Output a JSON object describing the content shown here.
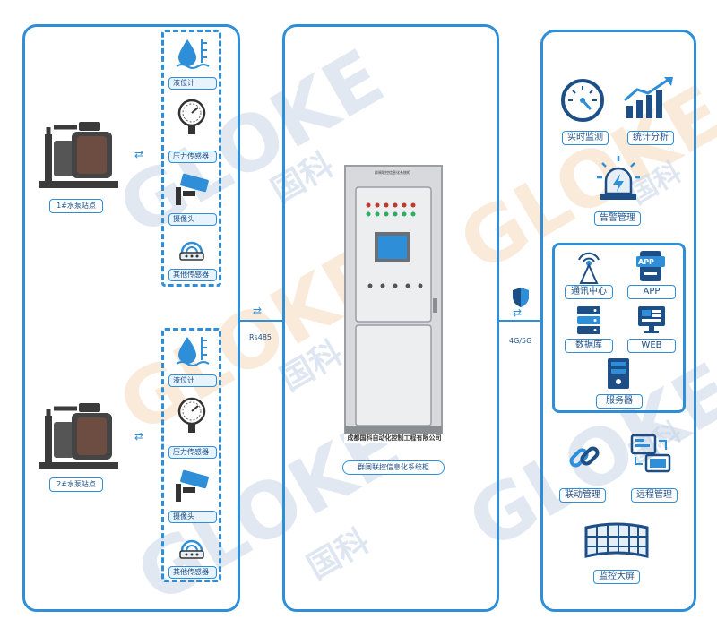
{
  "watermark": {
    "brand": "GLOKE",
    "cn": "国科"
  },
  "left": {
    "stations": [
      {
        "name": "1#水泵站点",
        "sensors": [
          "液位计",
          "压力传感器",
          "摄像头",
          "其他传感器"
        ]
      },
      {
        "name": "2#水泵站点",
        "sensors": [
          "液位计",
          "压力传感器",
          "摄像头",
          "其他传感器"
        ]
      }
    ]
  },
  "links": {
    "rs485": "Rs485",
    "net": "4G/5G"
  },
  "center": {
    "cabinet_top_label": "群闸联控信息化系统柜",
    "company": "成都国科自动化控制工程有限公司",
    "caption": "群闸联控信息化系统柜"
  },
  "right": {
    "top": [
      "实时监测",
      "统计分析",
      "告警管理"
    ],
    "box": [
      "通讯中心",
      "APP",
      "数据库",
      "WEB",
      "服务器"
    ],
    "box_icon_app": "APP",
    "bottom": [
      "联动管理",
      "远程管理",
      "监控大屏"
    ]
  },
  "colors": {
    "accent": "#2e8fd8",
    "label_text": "#1d4f86",
    "pump": "#3b3b3b",
    "watermark_blue": "#c9d7e8",
    "watermark_orange": "#f5d9bd"
  }
}
